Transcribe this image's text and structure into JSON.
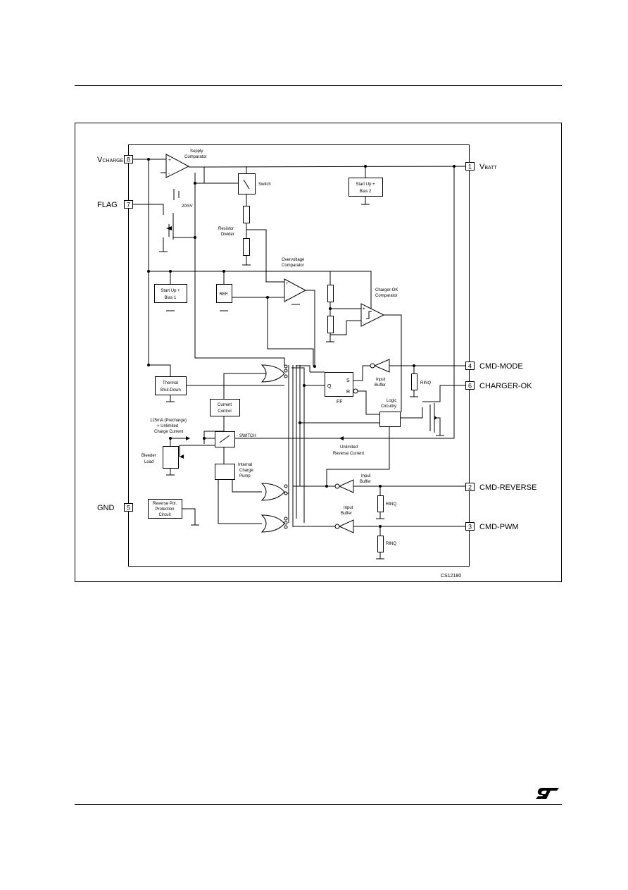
{
  "pins": {
    "vcharge": {
      "num": "8",
      "label_main": "V",
      "label_sub": "CHARGE"
    },
    "flag": {
      "num": "7",
      "label": "FLAG"
    },
    "gnd": {
      "num": "5",
      "label": "GND"
    },
    "vbatt": {
      "num": "1",
      "label_main": "V",
      "label_sub": "BATT"
    },
    "cmd_mode": {
      "num": "4",
      "label": "CMD-MODE"
    },
    "charger_ok": {
      "num": "6",
      "label": "CHARGER-OK"
    },
    "cmd_reverse": {
      "num": "2",
      "label": "CMD-REVERSE"
    },
    "cmd_pwm": {
      "num": "3",
      "label": "CMD-PWM"
    }
  },
  "blocks": {
    "supply_comparator": [
      "Supply",
      "Comparator"
    ],
    "mv_20": "20mV",
    "switch_top": "Switch",
    "startup_bias2": [
      "Start Up +",
      "Bias 2"
    ],
    "resistor_divider": [
      "Resistor",
      "Divider"
    ],
    "overvoltage_comparator": [
      "Overvoltage",
      "Comparator"
    ],
    "startup_bias1": [
      "Start Up +",
      "Bias 1"
    ],
    "ref": "REF.",
    "chargerok_comparator": [
      "Charger-OK",
      "Comparator"
    ],
    "input_buffer_mode": [
      "Input",
      "Buffer"
    ],
    "thermal_shutdown": [
      "Thermal",
      "Shut-Down"
    ],
    "ff": {
      "q": "Q",
      "s": "S",
      "r": "R",
      "name": "FF"
    },
    "rinq_mode": "RINQ",
    "current_control": [
      "Current",
      "Control"
    ],
    "logic_circuitry": [
      "Logic",
      "Circuitry"
    ],
    "precharge": [
      "125mA (Precharge)",
      "+ Unlimited",
      "Charge Current"
    ],
    "switch_mid": "SWITCH",
    "unlimited_reverse": [
      "Unlimited",
      "Reverse Current"
    ],
    "bleeder_load": [
      "Bleeder",
      "Load"
    ],
    "charge_pump": [
      "Internal",
      "Charge",
      "Pump"
    ],
    "input_buffer_reverse": [
      "Input",
      "Buffer"
    ],
    "rinq_reverse": "RINQ",
    "reverse_pol": [
      "Reverse Pol.",
      "Protection",
      "Circuit"
    ],
    "input_buffer_pwm": [
      "Input",
      "Buffer"
    ],
    "rinq_pwm": "RINQ",
    "fig_code": "CS12180"
  }
}
